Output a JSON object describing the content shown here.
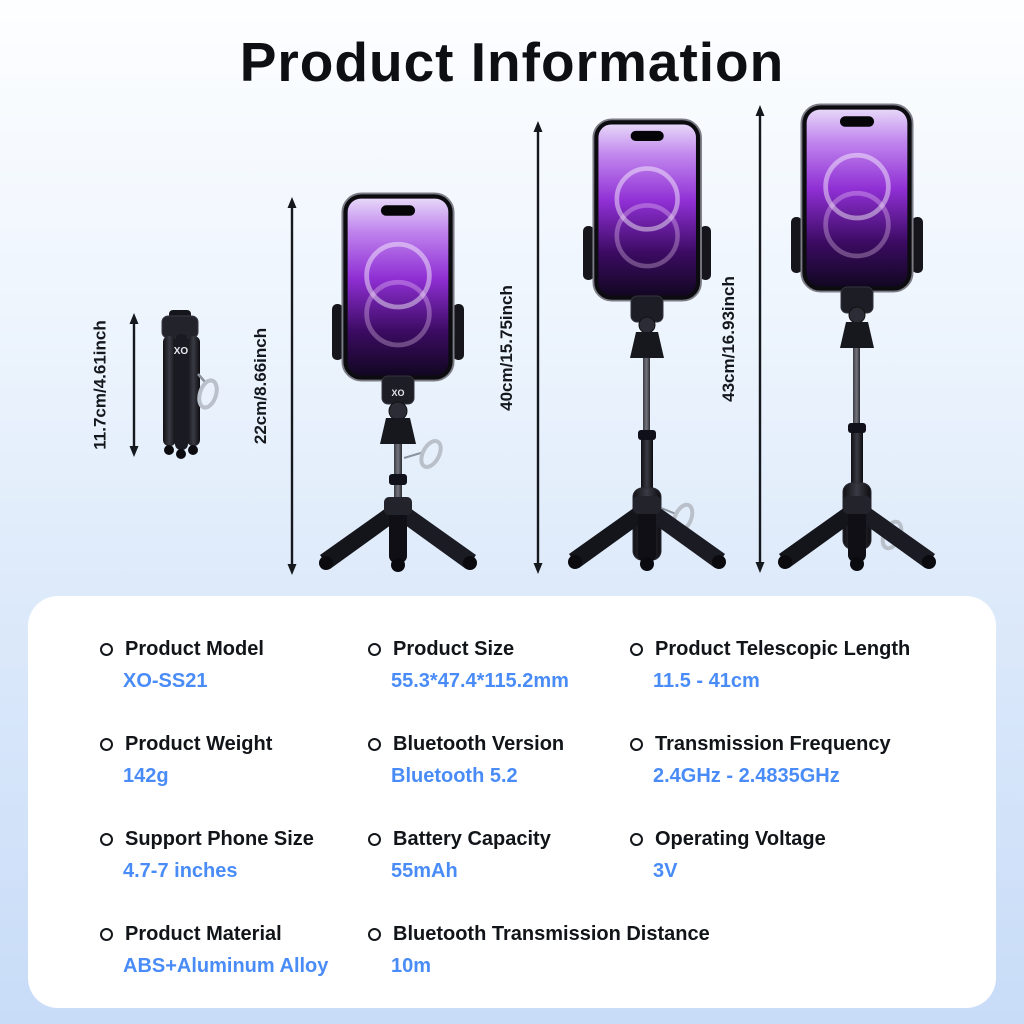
{
  "brand": "XO",
  "title": "Product Information",
  "figures": [
    {
      "name": "folded",
      "measurement": "11.7cm/4.61inch"
    },
    {
      "name": "compact",
      "measurement": "22cm/8.66inch"
    },
    {
      "name": "extended-mid",
      "measurement": "40cm/15.75inch"
    },
    {
      "name": "extended-full",
      "measurement": "43cm/16.93inch"
    }
  ],
  "specs": [
    {
      "label": "Product Model",
      "value": "XO-SS21"
    },
    {
      "label": "Product Size",
      "value": "55.3*47.4*115.2mm"
    },
    {
      "label": "Product Telescopic Length",
      "value": "11.5 - 41cm"
    },
    {
      "label": "Product Weight",
      "value": "142g"
    },
    {
      "label": "Bluetooth Version",
      "value": "Bluetooth 5.2"
    },
    {
      "label": "Transmission Frequency",
      "value": "2.4GHz - 2.4835GHz"
    },
    {
      "label": "Support Phone Size",
      "value": "4.7-7 inches"
    },
    {
      "label": "Battery Capacity",
      "value": "55mAh"
    },
    {
      "label": "Operating Voltage",
      "value": "3V"
    },
    {
      "label": "Product Material",
      "value": "ABS+Aluminum Alloy"
    },
    {
      "label": "Bluetooth Transmission Distance",
      "value": "10m"
    }
  ],
  "colors": {
    "accent_blue": "#4a8cf7",
    "text_dark": "#111418",
    "card_bg": "#ffffff"
  }
}
